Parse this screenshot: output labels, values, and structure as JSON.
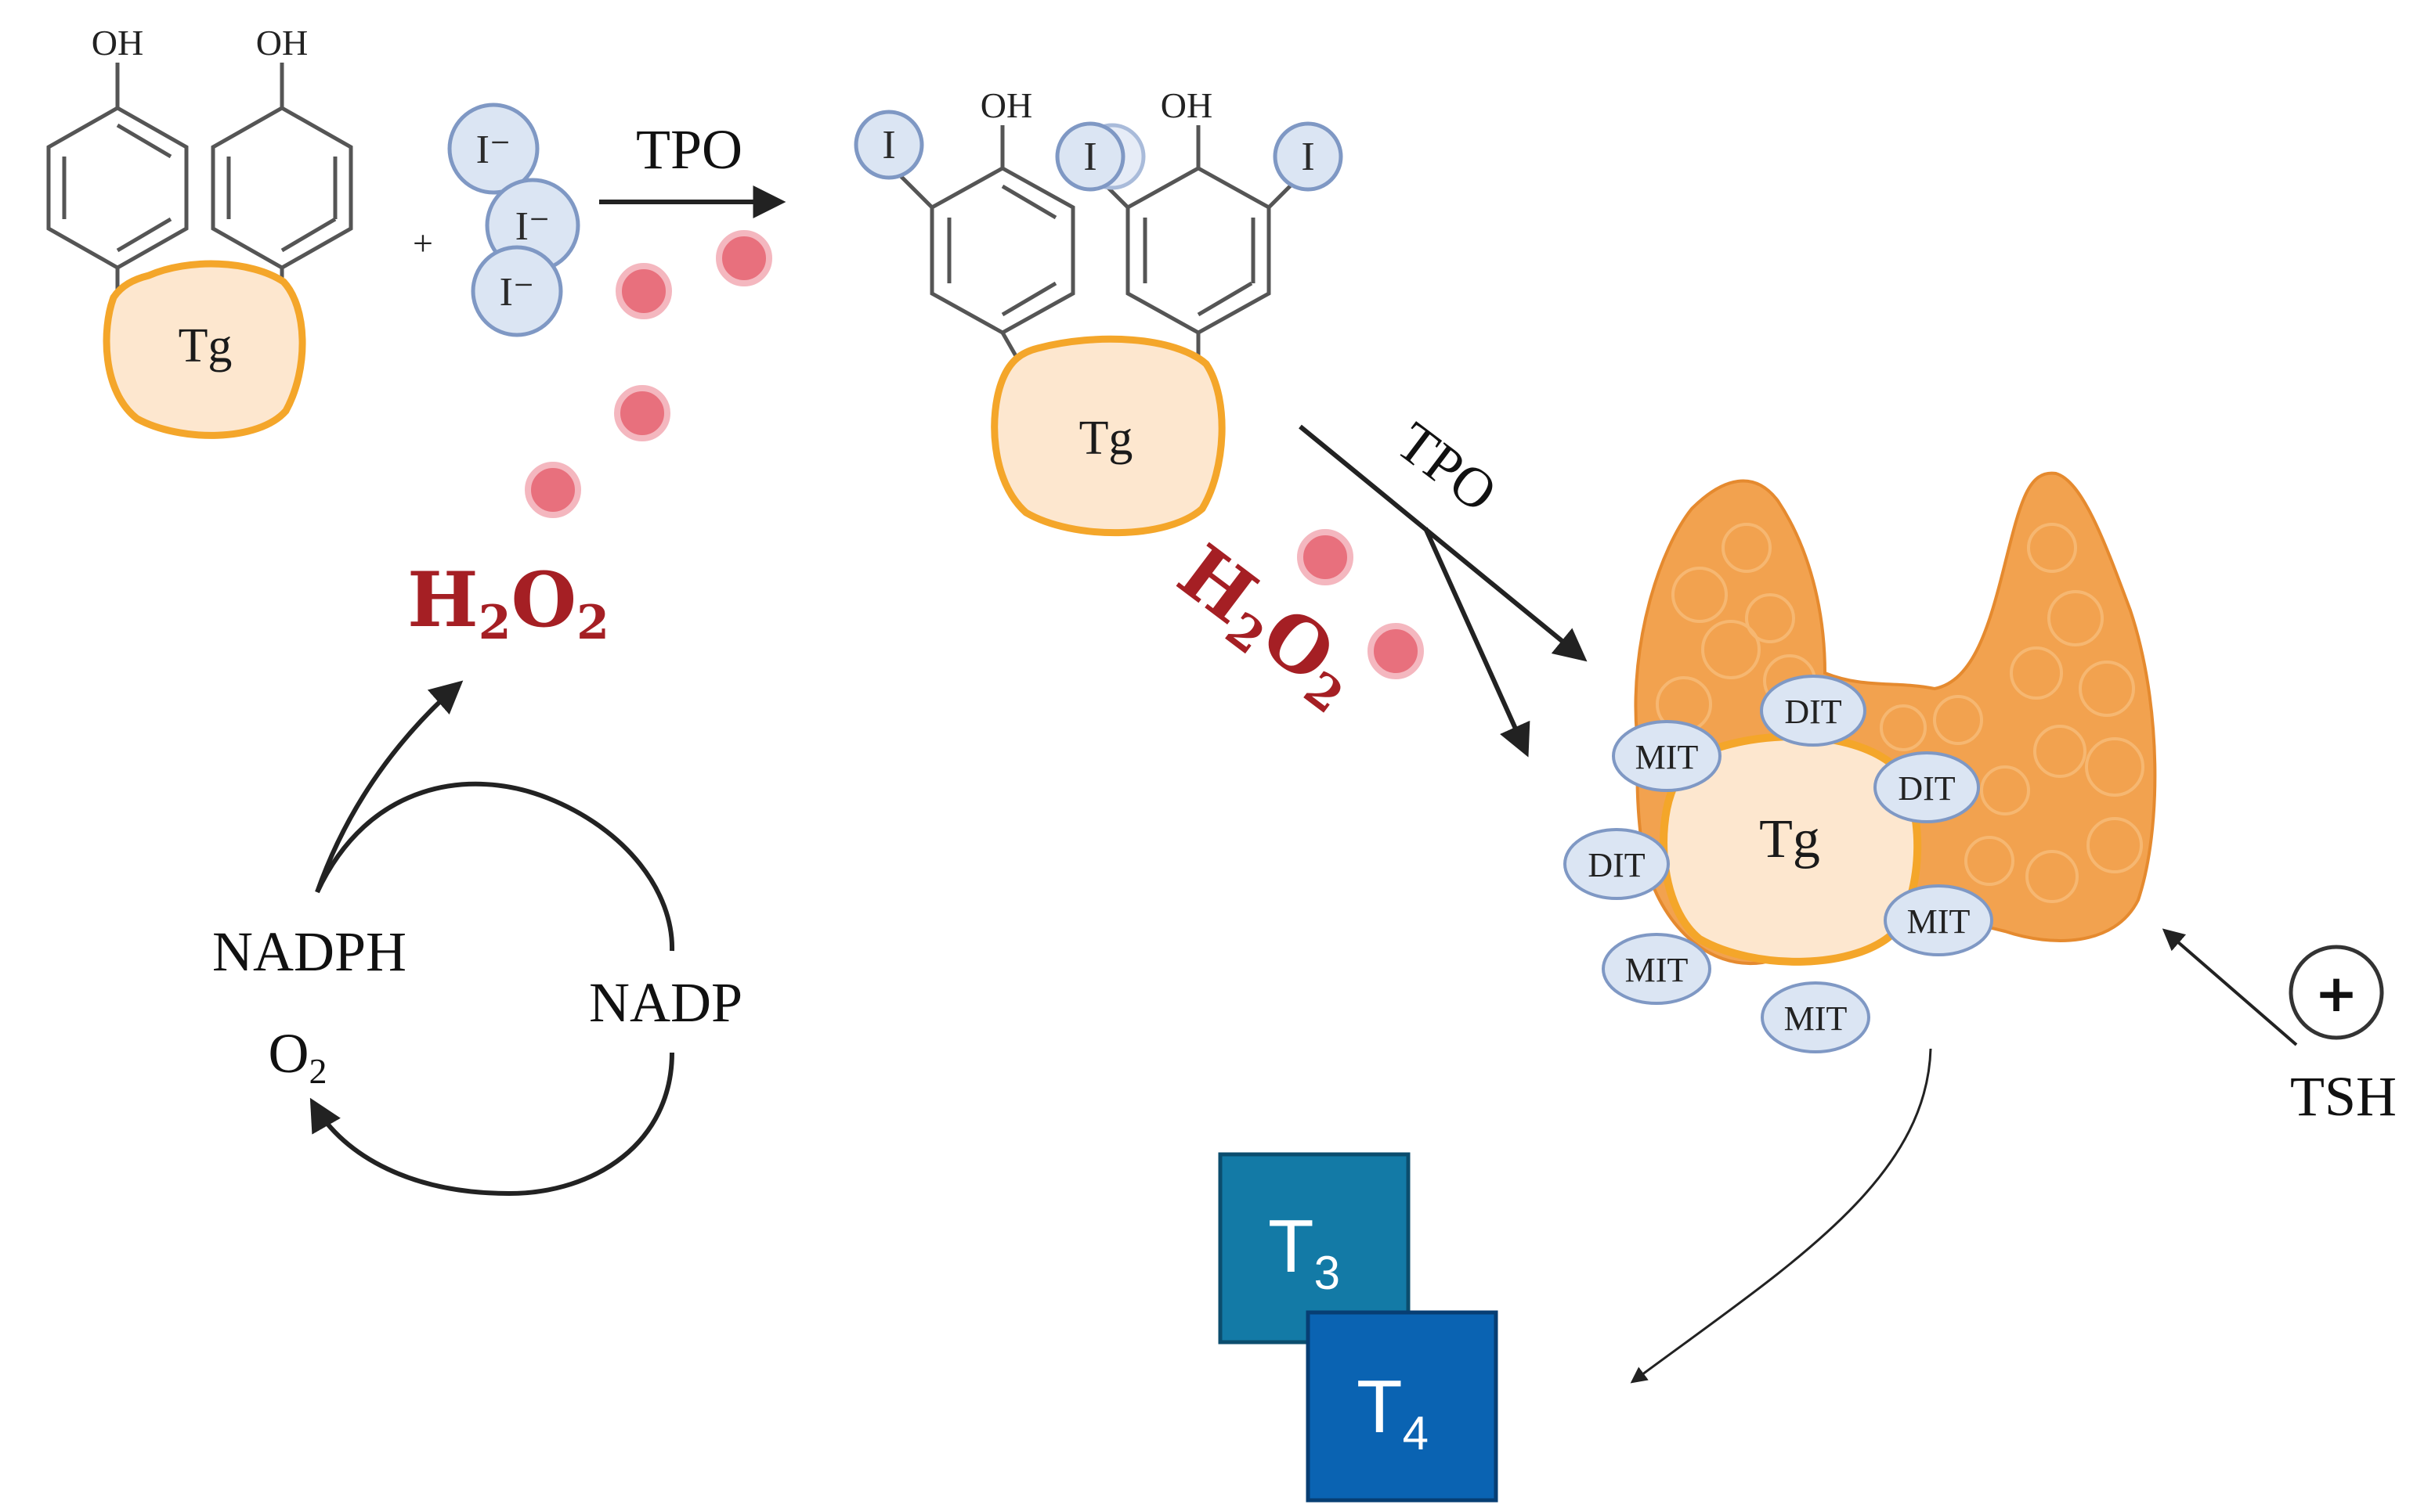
{
  "colors": {
    "h2o2": "#a51f24",
    "tg_fill": "#fde7cf",
    "tg_stroke": "#f4a62a",
    "iodide_fill": "#dbe5f3",
    "iodide_stroke": "#7f98c4",
    "dot": "#e8707d",
    "thyroid": "#f2a24f",
    "t3": "#137aa6",
    "t4": "#0a63b2"
  },
  "molecule_left": {
    "oh_1": "OH",
    "oh_2": "OH",
    "tg": "Tg",
    "plus": "+",
    "iodide_1": "I⁻",
    "iodide_2": "I⁻",
    "iodide_3": "I⁻"
  },
  "reaction_1": {
    "enzyme": "TPO"
  },
  "molecule_right": {
    "oh_1": "OH",
    "oh_2": "OH",
    "iodine_1": "I",
    "iodine_2": "I",
    "iodine_3": "I",
    "tg": "Tg"
  },
  "reaction_2": {
    "enzyme": "TPO"
  },
  "h2o2_left": {
    "main": "H",
    "sub1": "2",
    "mid": "O",
    "sub2": "2"
  },
  "h2o2_right": {
    "main": "H",
    "sub1": "2",
    "mid": "O",
    "sub2": "2"
  },
  "cycle": {
    "nadph": "NADPH",
    "o2_main": "O",
    "o2_sub": "2",
    "nadp": "NADP"
  },
  "thyroid": {
    "tg": "Tg",
    "tags": [
      "DIT",
      "MIT",
      "DIT",
      "DIT",
      "MIT",
      "MIT",
      "MIT"
    ]
  },
  "regulation": {
    "plus": "+",
    "tsh": "TSH"
  },
  "hormones": {
    "t3_main": "T",
    "t3_sub": "3",
    "t4_main": "T",
    "t4_sub": "4"
  }
}
